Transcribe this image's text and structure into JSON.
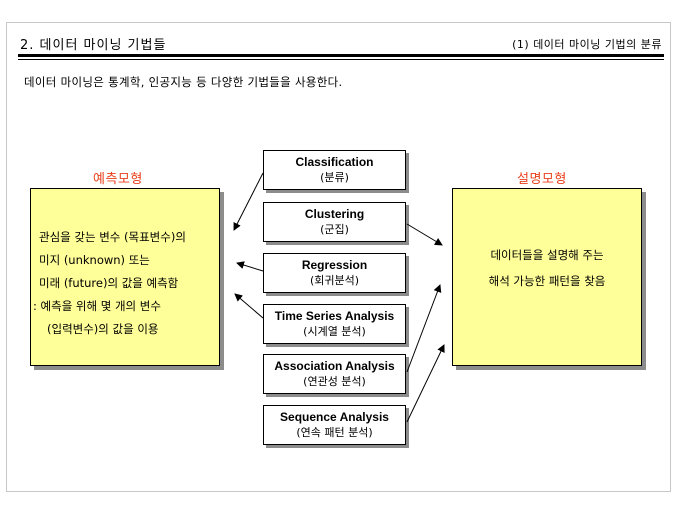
{
  "header": {
    "title": "2. 데이터 마이닝 기법들",
    "subtitle": "(1) 데이터 마이닝 기법의 분류"
  },
  "intro": "데이터 마이닝은 통계학, 인공지능 등 다양한 기법들을 사용한다.",
  "predictive": {
    "label": "예측모형",
    "lines": [
      "관심을 갖는 변수 (목표변수)의",
      "미지 (unknown) 또는",
      "미래 (future)의 값을 예측함",
      ": 예측을 위해 몇 개의 변수",
      "(입력변수)의 값을 이용"
    ]
  },
  "descriptive": {
    "label": "설명모형",
    "lines": [
      "데이터들을 설명해 주는",
      "해석 가능한 패턴을 찾음"
    ]
  },
  "techniques": [
    {
      "name": "Classification",
      "korean": "(분류)"
    },
    {
      "name": "Clustering",
      "korean": "(군집)"
    },
    {
      "name": "Regression",
      "korean": "(회귀분석)"
    },
    {
      "name": "Time Series Analysis",
      "korean": "(시계열 분석)"
    },
    {
      "name": "Association Analysis",
      "korean": "(연관성 분석)"
    },
    {
      "name": "Sequence Analysis",
      "korean": "(연속 패턴 분석)"
    }
  ],
  "colors": {
    "label_red": "#e8401c",
    "box_yellow": "#ffff99",
    "shadow_gray": "#8c8c8c"
  }
}
